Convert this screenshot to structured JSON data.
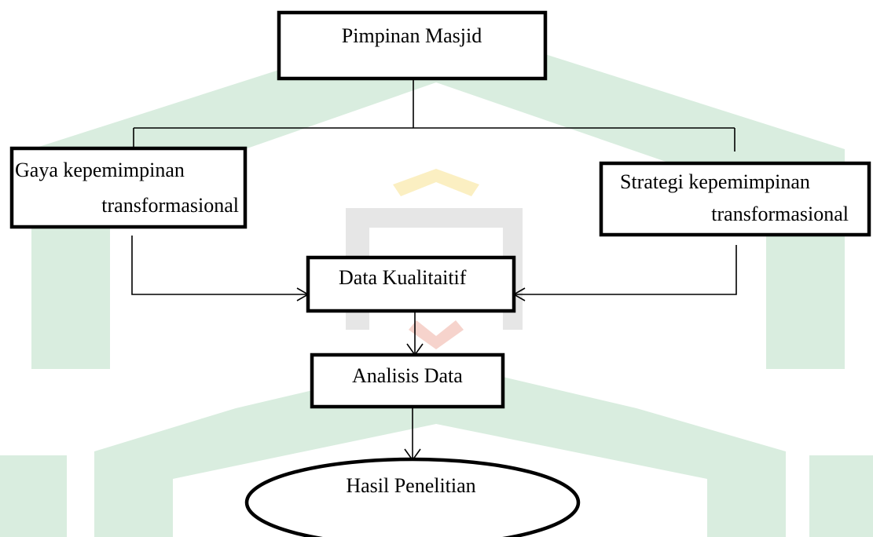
{
  "nodes": {
    "leader": {
      "label": "Pimpinan Masjid"
    },
    "style": {
      "line1": "Gaya kepemimpinan",
      "line2": "transformasional"
    },
    "strategy": {
      "line1": "Strategi kepemimpinan",
      "line2": "transformasional"
    },
    "qualitative": {
      "label": "Data Kualitaitif"
    },
    "analysis": {
      "label": "Analisis Data"
    },
    "result": {
      "label": "Hasil Penelitian"
    }
  },
  "colors": {
    "watermark_green": "#d9eddf",
    "watermark_logo": "#e6e6e6",
    "watermark_yellow": "#fbefc2",
    "watermark_red": "#f6d3cc",
    "box_stroke": "#000000",
    "line_stroke": "#000000"
  }
}
